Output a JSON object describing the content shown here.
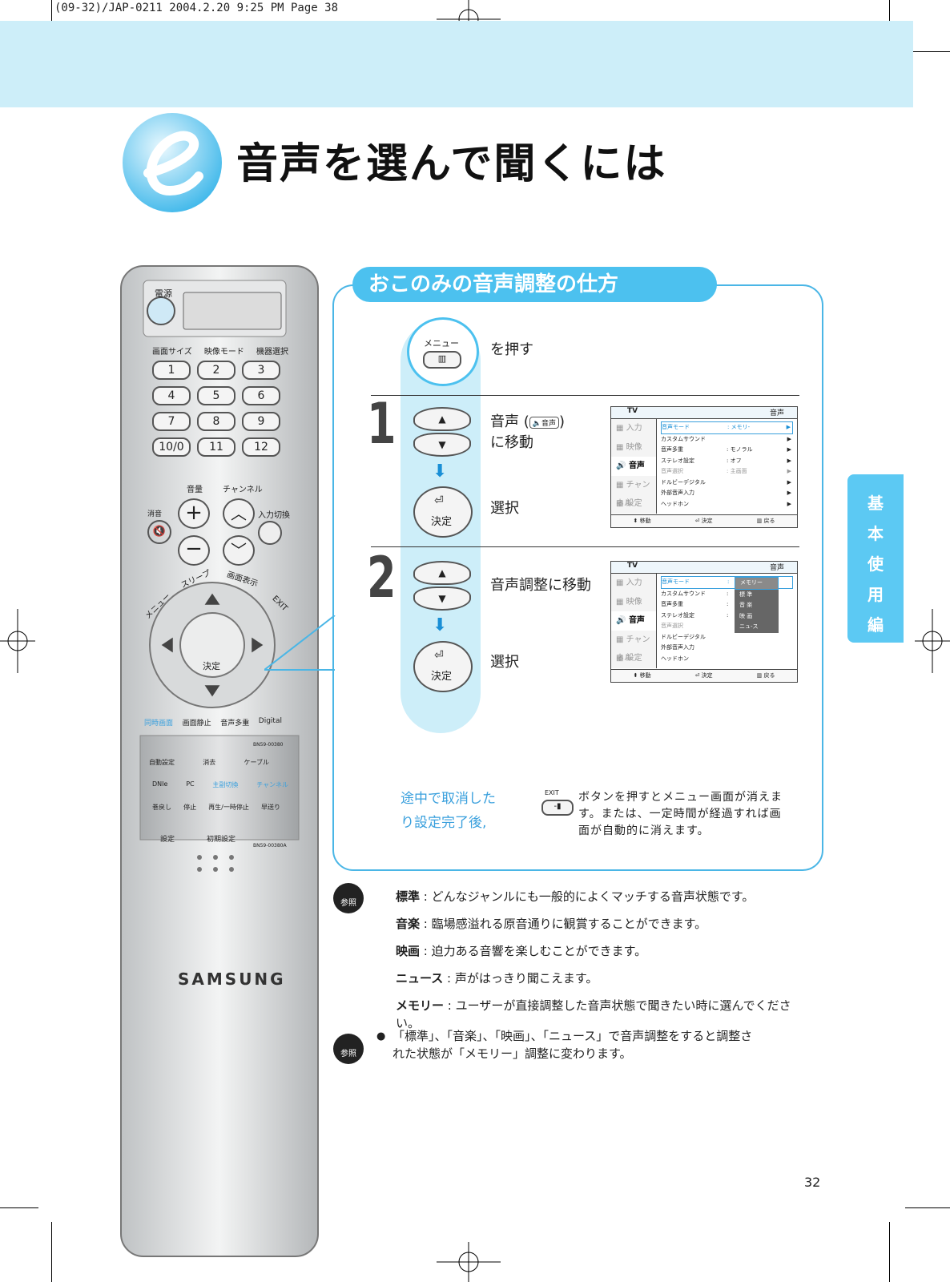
{
  "print_header": "(09-32)/JAP-0211 2004.2.20 9:25 PM Page 38",
  "title": "音声を選んで聞くには",
  "section_title": "おこのみの音声調整の仕方",
  "steps": {
    "menu_label": "メニュー",
    "press": "を押す",
    "step1": {
      "num": "1",
      "move": "音声 (",
      "move_icon_label": "音声",
      "move_end": ")",
      "move2": "に移動",
      "select": "選択"
    },
    "step2": {
      "num": "2",
      "move": "音声調整に移動",
      "select": "選択"
    },
    "ok_label": "決定"
  },
  "tv_menu1": {
    "header_left": "TV",
    "header_right": "音声",
    "tabs": [
      "入力",
      "映像",
      "音声",
      "チャンネル",
      "設定"
    ],
    "rows": [
      {
        "label": "音声モード",
        "value": "メモリ-"
      },
      {
        "label": "カスタムサウンド",
        "value": ""
      },
      {
        "label": "音声多重",
        "value": "モノラル"
      },
      {
        "label": "ステレオ設定",
        "value": "オフ"
      },
      {
        "label": "音声選択",
        "value": "主画面"
      },
      {
        "label": "ドルビーデジタル",
        "value": ""
      },
      {
        "label": "外部音声入力",
        "value": ""
      },
      {
        "label": "ヘッドホン",
        "value": ""
      }
    ],
    "footer": [
      "移動",
      "決定",
      "戻る"
    ]
  },
  "tv_menu2": {
    "header_left": "TV",
    "header_right": "音声",
    "tabs": [
      "入力",
      "映像",
      "音声",
      "チャンネル",
      "設定"
    ],
    "rows": [
      "音声モード",
      "カスタムサウンド",
      "音声多重",
      "ステレオ設定",
      "音声選択",
      "ドルビーデジタル",
      "外部音声入力",
      "ヘッドホン"
    ],
    "options": [
      "メモリー",
      "標 準",
      "音 楽",
      "映 画",
      "ニュ-ス"
    ],
    "footer": [
      "移動",
      "決定",
      "戻る"
    ]
  },
  "cancel_note": {
    "left": "途中で取消した\nり設定完了後,",
    "exit_label": "EXIT",
    "right": "ボタンを押すとメニュー画面が消えます。または、一定時間が経過すれば画面が自動的に消えます。"
  },
  "side_tab": [
    "基",
    "本",
    "使",
    "用",
    "編"
  ],
  "ref_label": "参照",
  "refs": [
    {
      "term": "標準",
      "desc": ": どんなジャンルにも一般的によくマッチする音声状態です。"
    },
    {
      "term": "音楽",
      "desc": ": 臨場感溢れる原音通りに観賞することができます。"
    },
    {
      "term": "映画",
      "desc": ": 迫力ある音響を楽しむことができます。"
    },
    {
      "term": "ニュース",
      "desc": ": 声がはっきり聞こえます。"
    },
    {
      "term": "メモリー",
      "desc": ": ユーザーが直接調整した音声状態で聞きたい時に選んでください。"
    }
  ],
  "note2": "「標準」、「音楽」、「映画」、「ニュース」で音声調整をすると調整された状態が「メモリー」調整に変わります。",
  "page_number": "32",
  "remote": {
    "power": "電源",
    "row_labels": [
      "画面サイズ",
      "映像モード",
      "機器選択"
    ],
    "numbers": [
      "1",
      "2",
      "3",
      "4",
      "5",
      "6",
      "7",
      "8",
      "9",
      "10/0",
      "11",
      "12"
    ],
    "vol": "音量",
    "ch": "チャンネル",
    "mute": "消音",
    "input": "入力切換",
    "sleep": "スリープ",
    "display": "画面表示",
    "menu": "メニュー",
    "exit": "EXIT",
    "ok": "決定",
    "bottom_labels": [
      "同時画面",
      "画面静止",
      "音声多重",
      "Digital"
    ],
    "model1": "BN59-00380",
    "lower_row1": [
      "自動設定",
      "消去",
      "ケーブル"
    ],
    "lower_row2": [
      "DNIe",
      "PC",
      "主副切換",
      "チャンネル"
    ],
    "lower_row3": [
      "巻戻し",
      "停止",
      "再生/一時停止",
      "早送り"
    ],
    "setup": "設定",
    "reset": "初期設定",
    "model2": "BN59-00380A",
    "brand": "SAMSUNG"
  },
  "colors": {
    "accent": "#4cc1ef",
    "band": "#cdeef9",
    "blue_text": "#3aa0dd"
  }
}
